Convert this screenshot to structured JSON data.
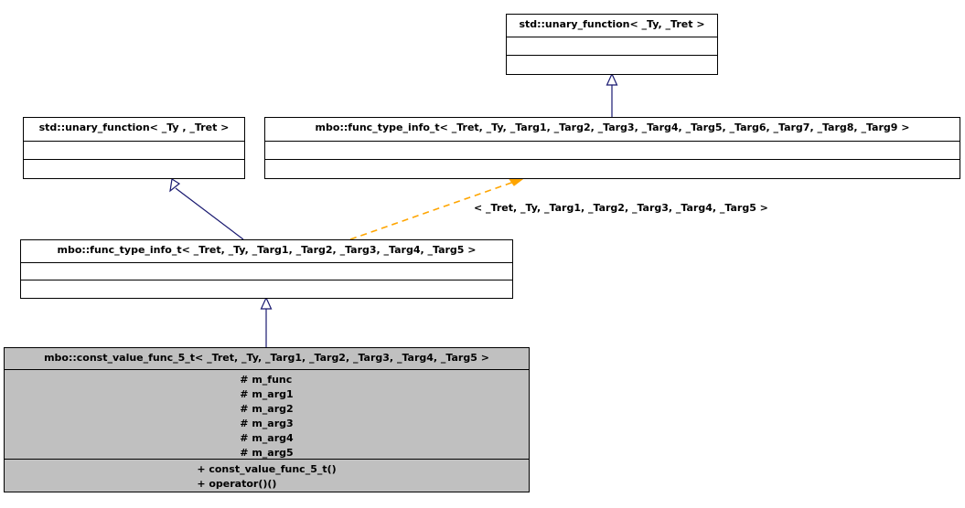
{
  "diagram": {
    "type": "uml-class-inheritance",
    "background": "#ffffff",
    "colors": {
      "box_border": "#000000",
      "box_fill": "#ffffff",
      "highlight_fill": "#c0c0c0",
      "inheritance_edge": "#191970",
      "template_edge": "#ffa500"
    },
    "classes": [
      {
        "id": "std_unary_function_top",
        "title": "std::unary_function< _Ty, _Tret >",
        "attributes": [],
        "operations": [],
        "filled": false
      },
      {
        "id": "std_unary_function_left",
        "title": "std::unary_function< _Ty , _Tret >",
        "attributes": [],
        "operations": [],
        "filled": false
      },
      {
        "id": "func_type_info_t_9",
        "title": "mbo::func_type_info_t< _Tret, _Ty, _Targ1, _Targ2, _Targ3, _Targ4, _Targ5, _Targ6, _Targ7, _Targ8, _Targ9 >",
        "attributes": [],
        "operations": [],
        "filled": false
      },
      {
        "id": "func_type_info_t_5",
        "title": "mbo::func_type_info_t< _Tret, _Ty, _Targ1, _Targ2, _Targ3, _Targ4, _Targ5 >",
        "attributes": [],
        "operations": [],
        "filled": false
      },
      {
        "id": "const_value_func_5_t",
        "title": "mbo::const_value_func_5_t< _Tret, _Ty, _Targ1, _Targ2, _Targ3, _Targ4, _Targ5 >",
        "attributes": [
          "# m_func",
          "# m_arg1",
          "# m_arg2",
          "# m_arg3",
          "# m_arg4",
          "# m_arg5"
        ],
        "operations": [
          "+ const_value_func_5_t()",
          "+ operator()()"
        ],
        "filled": true
      }
    ],
    "edges": [
      {
        "id": "edge-9arg-to-top",
        "kind": "inheritance",
        "from": "func_type_info_t_9",
        "to": "std_unary_function_top",
        "style": "solid",
        "arrowhead": "hollow-triangle"
      },
      {
        "id": "edge-5arg-to-left",
        "kind": "inheritance",
        "from": "func_type_info_t_5",
        "to": "std_unary_function_left",
        "style": "solid",
        "arrowhead": "hollow-triangle"
      },
      {
        "id": "edge-5arg-to-9arg",
        "kind": "template-binding",
        "from": "func_type_info_t_5",
        "to": "func_type_info_t_9",
        "style": "dashed",
        "arrowhead": "filled-triangle",
        "label": "< _Tret, _Ty, _Targ1, _Targ2, _Targ3, _Targ4, _Targ5 >"
      },
      {
        "id": "edge-constvalue-to-5arg",
        "kind": "inheritance",
        "from": "const_value_func_5_t",
        "to": "func_type_info_t_5",
        "style": "solid",
        "arrowhead": "hollow-triangle"
      }
    ]
  }
}
